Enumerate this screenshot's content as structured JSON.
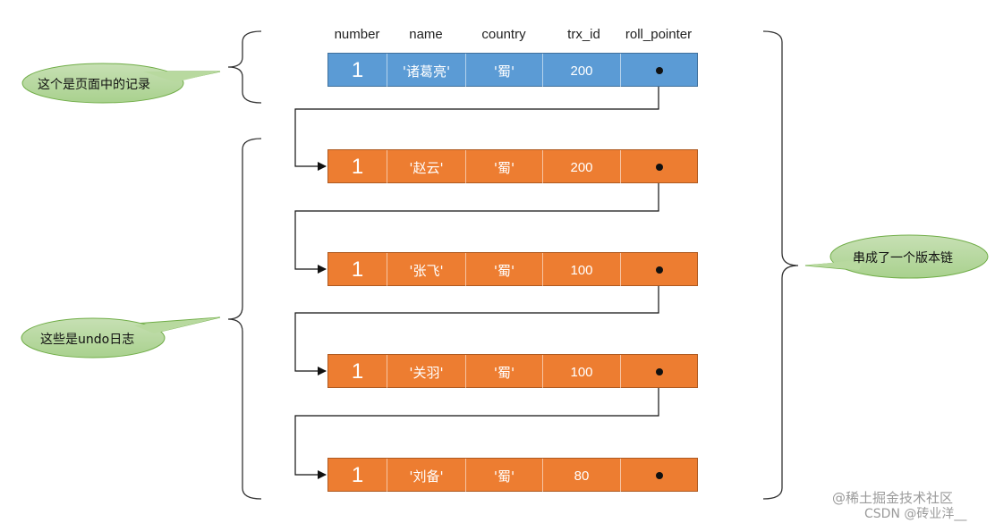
{
  "columns": [
    "number",
    "name",
    "country",
    "trx_id",
    "roll_pointer"
  ],
  "current_record": {
    "number": "1",
    "name": "'诸葛亮'",
    "country": "'蜀'",
    "trx_id": "200"
  },
  "undo_logs": [
    {
      "number": "1",
      "name": "'赵云'",
      "country": "'蜀'",
      "trx_id": "200"
    },
    {
      "number": "1",
      "name": "'张飞'",
      "country": "'蜀'",
      "trx_id": "100"
    },
    {
      "number": "1",
      "name": "'关羽'",
      "country": "'蜀'",
      "trx_id": "100"
    },
    {
      "number": "1",
      "name": "'刘备'",
      "country": "'蜀'",
      "trx_id": "80"
    }
  ],
  "callouts": {
    "page_record": "这个是页面中的记录",
    "undo_log": "这些是undo日志",
    "version_chain": "串成了一个版本链"
  },
  "watermarks": {
    "juejin": "@稀土掘金技术社区",
    "csdn": "CSDN @砖业洋__"
  },
  "colors": {
    "record": "#5b9bd5",
    "undo": "#ed7d31",
    "callout_fill": "#a9d18e",
    "callout_stroke": "#70ad47"
  }
}
